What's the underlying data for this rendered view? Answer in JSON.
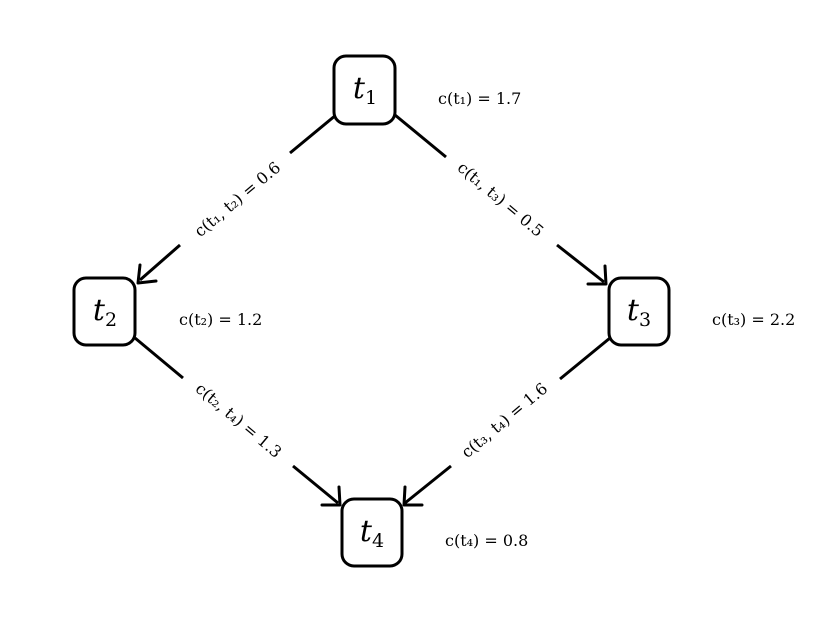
{
  "nodes": [
    {
      "id": "t1",
      "label": "t",
      "sub": "1",
      "cost_label": "c(t₁) = 1.7"
    },
    {
      "id": "t2",
      "label": "t",
      "sub": "2",
      "cost_label": "c(t₂) = 1.2"
    },
    {
      "id": "t3",
      "label": "t",
      "sub": "3",
      "cost_label": "c(t₃) = 2.2"
    },
    {
      "id": "t4",
      "label": "t",
      "sub": "4",
      "cost_label": "c(t₄) = 0.8"
    }
  ],
  "edges": [
    {
      "from": "t1",
      "to": "t2",
      "label": "c(t₁, t₂) = 0.6"
    },
    {
      "from": "t1",
      "to": "t3",
      "label": "c(t₁, t₃) = 0.5"
    },
    {
      "from": "t2",
      "to": "t4",
      "label": "c(t₂, t₄) = 1.3"
    },
    {
      "from": "t3",
      "to": "t4",
      "label": "c(t₃, t₄) = 1.6"
    }
  ]
}
